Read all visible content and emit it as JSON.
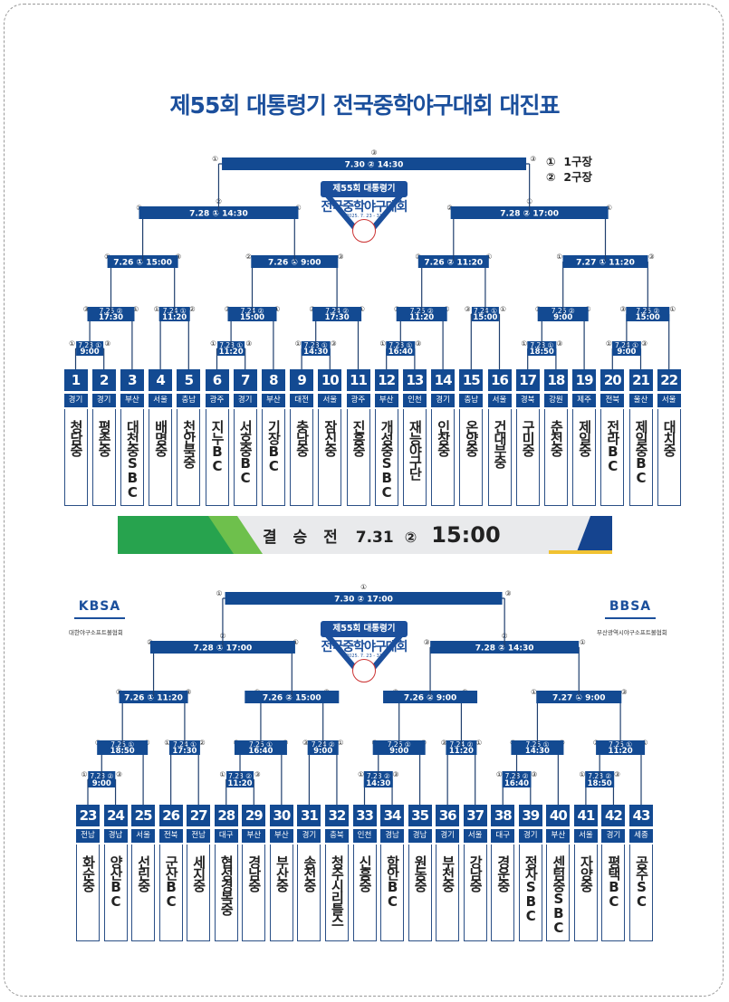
{
  "title": "제55회 대통령기 전국중학야구대회  대진표",
  "legend": [
    {
      "mark": "①",
      "label": "1구장"
    },
    {
      "mark": "②",
      "label": "2구장"
    }
  ],
  "colors": {
    "navy": "#134a92",
    "title_blue": "#1b4f9c",
    "green": "#27a34e",
    "light_green": "#6ec04c",
    "yellow": "#f1c232"
  },
  "emblem": {
    "title": "제55회 대통령기",
    "subtitle": "전국중학야구대회",
    "date": "2025. 7. 23 - 31",
    "kbsa": "KBSA"
  },
  "logos": {
    "left": {
      "text": "KBSA",
      "org": "대한야구소프트볼협회"
    },
    "right": {
      "text": "BBSA",
      "org": "부산광역시야구소프트볼협회"
    }
  },
  "final": {
    "label": "결 승 전",
    "date": "7.31",
    "field": "②",
    "time": "15:00"
  },
  "top": {
    "teams": [
      {
        "no": "1",
        "region": "경기",
        "name": "청담중"
      },
      {
        "no": "2",
        "region": "경기",
        "name": "평촌중"
      },
      {
        "no": "3",
        "region": "부산",
        "name": "대천중SBC"
      },
      {
        "no": "4",
        "region": "서울",
        "name": "배명중"
      },
      {
        "no": "5",
        "region": "충남",
        "name": "천안북중"
      },
      {
        "no": "6",
        "region": "광주",
        "name": "지누BC"
      },
      {
        "no": "7",
        "region": "경기",
        "name": "서호중BC"
      },
      {
        "no": "8",
        "region": "부산",
        "name": "기장BC"
      },
      {
        "no": "9",
        "region": "대전",
        "name": "충남중"
      },
      {
        "no": "10",
        "region": "서울",
        "name": "잠신중"
      },
      {
        "no": "11",
        "region": "광주",
        "name": "진흥중"
      },
      {
        "no": "12",
        "region": "부산",
        "name": "개성중SBC"
      },
      {
        "no": "13",
        "region": "인천",
        "name": "재능야구단"
      },
      {
        "no": "14",
        "region": "경기",
        "name": "인창중"
      },
      {
        "no": "15",
        "region": "충남",
        "name": "온양중"
      },
      {
        "no": "16",
        "region": "서울",
        "name": "건대부중"
      },
      {
        "no": "17",
        "region": "경북",
        "name": "구미중"
      },
      {
        "no": "18",
        "region": "강원",
        "name": "춘천중"
      },
      {
        "no": "19",
        "region": "제주",
        "name": "제일중"
      },
      {
        "no": "20",
        "region": "전북",
        "name": "전라BC"
      },
      {
        "no": "21",
        "region": "울산",
        "name": "제일중BC"
      },
      {
        "no": "22",
        "region": "서울",
        "name": "대치중"
      }
    ],
    "games": [
      {
        "text": "7.30 ② 14:30",
        "top": "③",
        "left": "①",
        "right": "③"
      },
      {
        "text": "7.28 ① 14:30",
        "top": "②",
        "left": "①",
        "right": "①"
      },
      {
        "text": "7.28 ② 17:00",
        "top": "①",
        "left": "②",
        "right": "①"
      },
      {
        "text": "7.26 ① 15:00",
        "top": "",
        "left": "①",
        "right": "③"
      },
      {
        "text": "7.26 ① 9:00",
        "top": "",
        "left": "②",
        "right": "③"
      },
      {
        "text": "7.26 ② 11:20",
        "top": "",
        "left": "③",
        "right": "①"
      },
      {
        "text": "7.27 ① 11:20",
        "top": "",
        "left": "①",
        "right": "③"
      },
      {
        "text": "7.25 ②|17:30",
        "top": "",
        "left": "③",
        "right": "①"
      },
      {
        "text": "7.24 ①|11:20",
        "top": "",
        "left": "①",
        "right": "②"
      },
      {
        "text": "7.24 ②|15:00",
        "top": "",
        "left": "③",
        "right": "①"
      },
      {
        "text": "7.24 ②|17:30",
        "top": "",
        "left": "③",
        "right": "①"
      },
      {
        "text": "7.25 ②|11:20",
        "top": "",
        "left": "③",
        "right": "①"
      },
      {
        "text": "7.24 ①|15:00",
        "top": "",
        "left": "③",
        "right": "①"
      },
      {
        "text": "7.25 ②|9:00",
        "top": "",
        "left": "③",
        "right": "①"
      },
      {
        "text": "7.25 ②|15:00",
        "top": "",
        "left": "③",
        "right": "①"
      },
      {
        "text": "7.23 ①|9:00",
        "top": "",
        "left": "①",
        "right": "③"
      },
      {
        "text": "7.23 ①|11:20",
        "top": "",
        "left": "①",
        "right": "③"
      },
      {
        "text": "7.23 ①|14:30",
        "top": "",
        "left": "①",
        "right": "③"
      },
      {
        "text": "7.23 ①|16:40",
        "top": "",
        "left": "①",
        "right": "③"
      },
      {
        "text": "7.23 ①|18:50",
        "top": "",
        "left": "①",
        "right": "③"
      },
      {
        "text": "7.24 ①|9:00",
        "top": "",
        "left": "①",
        "right": "③"
      }
    ]
  },
  "bottom": {
    "teams": [
      {
        "no": "23",
        "region": "전남",
        "name": "화순중"
      },
      {
        "no": "24",
        "region": "경남",
        "name": "양산BC"
      },
      {
        "no": "25",
        "region": "서울",
        "name": "선린중"
      },
      {
        "no": "26",
        "region": "전북",
        "name": "군산BC"
      },
      {
        "no": "27",
        "region": "전남",
        "name": "세지중"
      },
      {
        "no": "28",
        "region": "대구",
        "name": "협성경복중"
      },
      {
        "no": "29",
        "region": "부산",
        "name": "경남중"
      },
      {
        "no": "30",
        "region": "부산",
        "name": "부산중"
      },
      {
        "no": "31",
        "region": "경기",
        "name": "송전중"
      },
      {
        "no": "32",
        "region": "충북",
        "name": "청주시리틀스"
      },
      {
        "no": "33",
        "region": "인천",
        "name": "신흥중"
      },
      {
        "no": "34",
        "region": "경남",
        "name": "함안BC"
      },
      {
        "no": "35",
        "region": "경남",
        "name": "원동중"
      },
      {
        "no": "36",
        "region": "경기",
        "name": "부천중"
      },
      {
        "no": "37",
        "region": "서울",
        "name": "강남중"
      },
      {
        "no": "38",
        "region": "대구",
        "name": "경운중"
      },
      {
        "no": "39",
        "region": "경기",
        "name": "정자SBC"
      },
      {
        "no": "40",
        "region": "부산",
        "name": "센텀중SBC"
      },
      {
        "no": "41",
        "region": "서울",
        "name": "자양중"
      },
      {
        "no": "42",
        "region": "경기",
        "name": "평택BC"
      },
      {
        "no": "43",
        "region": "세종",
        "name": "공주SC"
      }
    ],
    "games": [
      {
        "text": "7.30 ② 17:00",
        "top": "①",
        "left": "①",
        "right": "③"
      },
      {
        "text": "7.28 ① 17:00",
        "top": "②",
        "left": "②",
        "right": "①"
      },
      {
        "text": "7.28 ② 14:30",
        "top": "②",
        "left": "③",
        "right": "①"
      },
      {
        "text": "7.26 ① 11:20",
        "top": "",
        "left": "①",
        "right": "③"
      },
      {
        "text": "7.26 ② 15:00",
        "top": "",
        "left": "①",
        "right": "③"
      },
      {
        "text": "7.26 ② 9:00",
        "top": "",
        "left": "③",
        "right": "②"
      },
      {
        "text": "7.27 ① 9:00",
        "top": "",
        "left": "①",
        "right": "③"
      },
      {
        "text": "7.25 ①|18:50",
        "top": "",
        "left": "③",
        "right": "①"
      },
      {
        "text": "7.24 ①|17:30",
        "top": "",
        "left": "①",
        "right": "②"
      },
      {
        "text": "7.25 ①|16:40",
        "top": "",
        "left": "③",
        "right": "①"
      },
      {
        "text": "7.24 ②|9:00",
        "top": "",
        "left": "③",
        "right": "①"
      },
      {
        "text": "7.25 ①|9:00",
        "top": "",
        "left": "③",
        "right": "①"
      },
      {
        "text": "7.24 ②|11:20",
        "top": "",
        "left": "③",
        "right": "①"
      },
      {
        "text": "7.25 ①|14:30",
        "top": "",
        "left": "③",
        "right": "①"
      },
      {
        "text": "7.25 ①|11:20",
        "top": "",
        "left": "③",
        "right": "①"
      },
      {
        "text": "7.23 ②|9:00",
        "top": "",
        "left": "①",
        "right": "③"
      },
      {
        "text": "7.23 ②|11:20",
        "top": "",
        "left": "①",
        "right": "③"
      },
      {
        "text": "7.23 ②|14:30",
        "top": "",
        "left": "①",
        "right": "③"
      },
      {
        "text": "7.23 ②|16:40",
        "top": "",
        "left": "①",
        "right": "③"
      },
      {
        "text": "7.23 ②|18:50",
        "top": "",
        "left": "①",
        "right": "③"
      }
    ]
  }
}
